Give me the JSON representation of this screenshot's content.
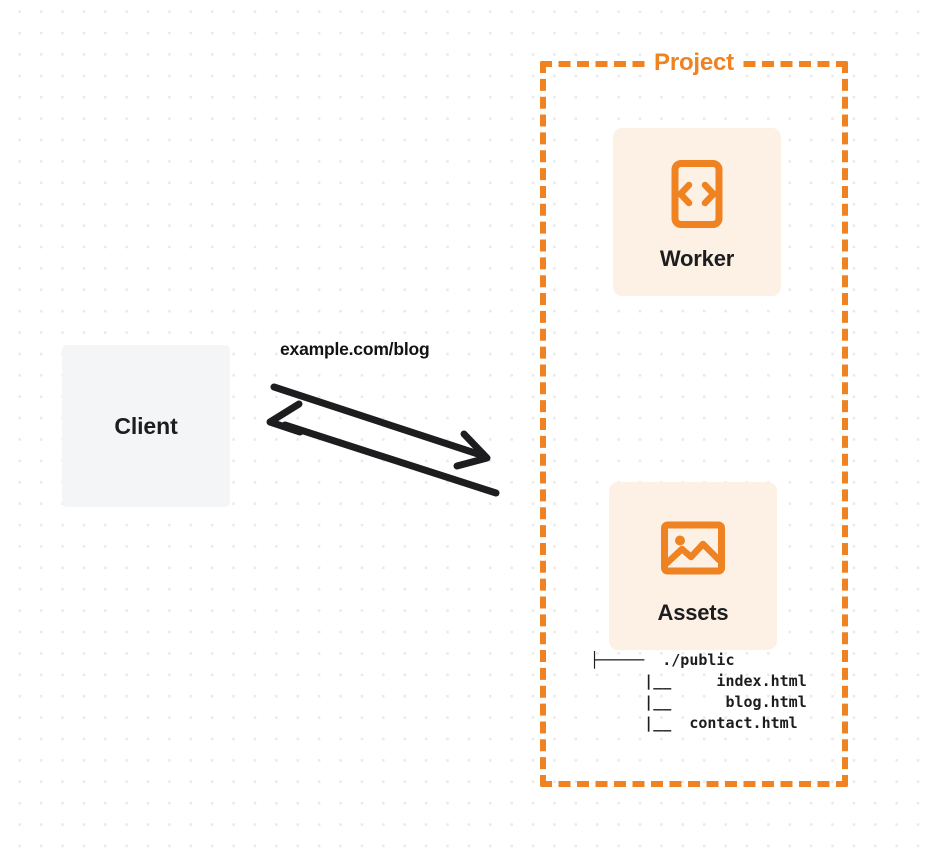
{
  "diagram": {
    "title": "Project",
    "background": "dot-grid",
    "colors": {
      "accent_orange": "#ef8321",
      "card_cream": "#fdf1e6",
      "client_gray": "#f4f5f7",
      "text_dark": "#1d1d1f",
      "dot_grid": "#e9e9ec"
    }
  },
  "client": {
    "label": "Client",
    "icon": "client-box-icon"
  },
  "connection": {
    "label": "example.com/blog",
    "request_arrow": "arrow-right-icon",
    "response_arrow": "arrow-left-icon"
  },
  "project": {
    "title": "Project",
    "nodes": [
      {
        "id": "worker",
        "label": "Worker",
        "icon": "code-brackets-icon"
      },
      {
        "id": "assets",
        "label": "Assets",
        "icon": "image-icon"
      }
    ],
    "assets_tree": {
      "lines": [
        "├─────  ./public",
        "      |__     index.html",
        "      |__      blog.html",
        "      |__  contact.html"
      ],
      "root": "./public",
      "files": [
        "index.html",
        "blog.html",
        "contact.html"
      ]
    }
  }
}
